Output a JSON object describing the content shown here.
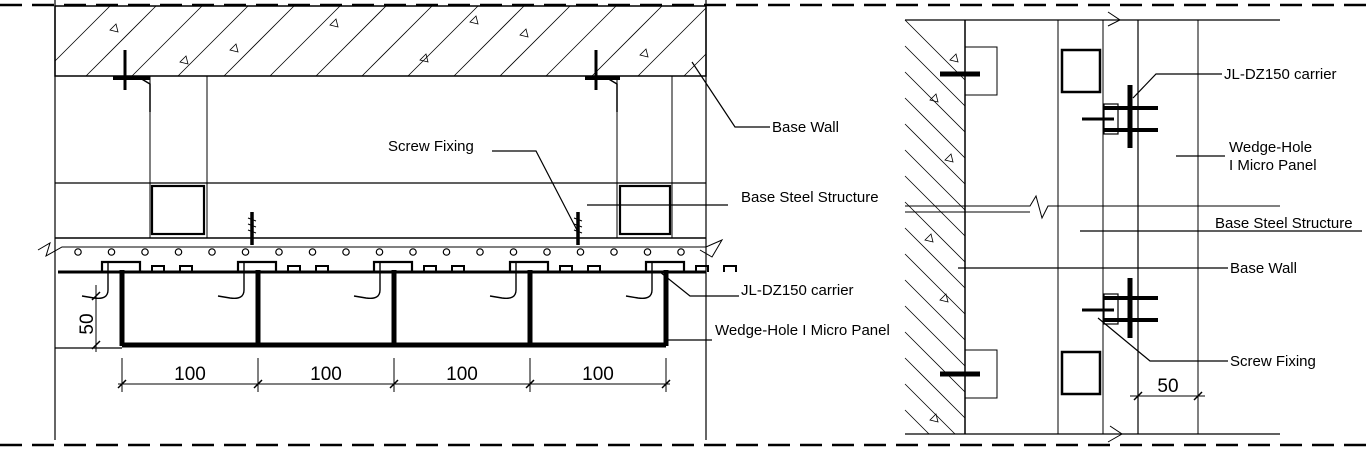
{
  "left_view": {
    "labels": {
      "base_wall": "Base Wall",
      "screw_fixing": "Screw Fixing",
      "base_steel_structure": "Base Steel Structure",
      "carrier": "JL-DZ150 carrier",
      "panel": "Wedge-Hole I Micro Panel"
    },
    "dimensions": {
      "depth": "50",
      "spacings": [
        "100",
        "100",
        "100",
        "100"
      ]
    }
  },
  "right_view": {
    "labels": {
      "carrier": "JL-DZ150 carrier",
      "panel_line1": "Wedge-Hole",
      "panel_line2": "I Micro Panel",
      "base_steel_structure": "Base Steel Structure",
      "base_wall": "Base Wall",
      "screw_fixing": "Screw Fixing"
    },
    "dimensions": {
      "depth": "50"
    }
  }
}
